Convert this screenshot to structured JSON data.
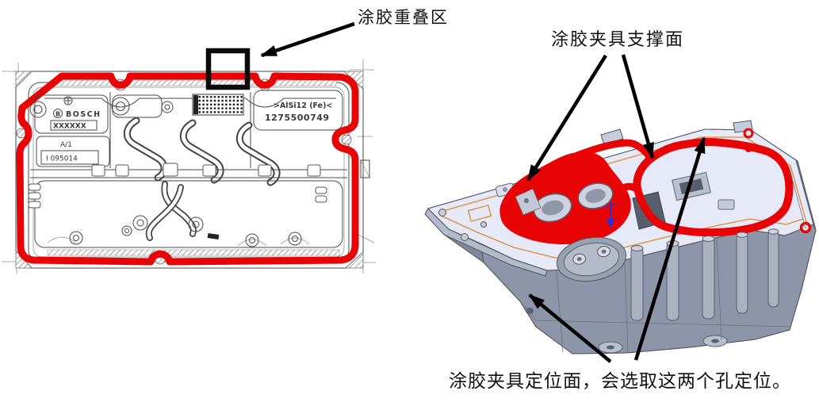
{
  "figure": {
    "description_left": "2D gasket drawing with red adhesive bead path",
    "description_right": "3D CAD view of housing with adhesive bead"
  },
  "annotations": {
    "overlap_zone": "涂胶重叠区",
    "fixture_support": "涂胶夹具支撑面",
    "fixture_locating": "涂胶夹具定位面，会选取这两个孔定位。"
  },
  "drawing_2d": {
    "brand": "BOSCH",
    "brand_mark": "B",
    "datamatrix_text": "XXXXXX",
    "revision": "A/1",
    "serial": "I 095014",
    "material": ">AlSi12 (Fe)<",
    "part_number": "1275500749"
  },
  "colors": {
    "glue_bead": "#e80404",
    "annotation_black": "#000000",
    "cad_top_face": "#e6e9f7",
    "cad_body": "#8d96a8",
    "cad_edge_highlight": "#e08a30",
    "drawing_line": "#4a4a4a"
  }
}
